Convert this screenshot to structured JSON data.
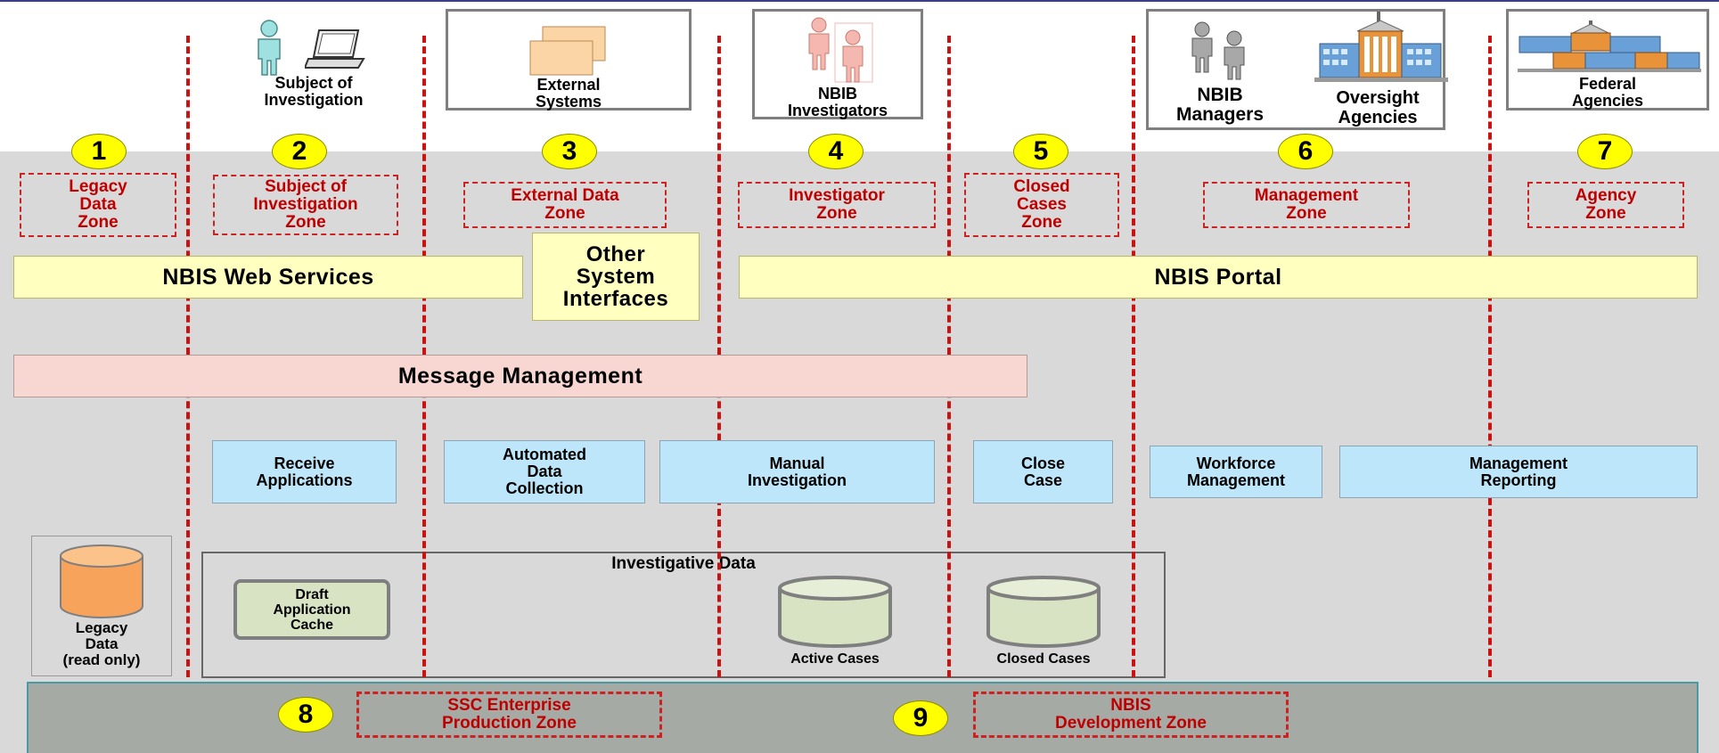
{
  "actors": {
    "subject": "Subject of\nInvestigation",
    "external_systems": "External\nSystems",
    "nbib_investigators": "NBIB\nInvestigators",
    "nbib_managers": "NBIB\nManagers",
    "oversight": "Oversight\nAgencies",
    "federal": "Federal\nAgencies"
  },
  "badges": [
    "1",
    "2",
    "3",
    "4",
    "5",
    "6",
    "7",
    "8",
    "9"
  ],
  "zones": {
    "legacy": "Legacy\nData\nZone",
    "subject": "Subject of\nInvestigation\nZone",
    "external": "External Data\nZone",
    "investigator": "Investigator\nZone",
    "closed": "Closed\nCases\nZone",
    "management": "Management\nZone",
    "agency": "Agency\nZone",
    "ssc": "SSC Enterprise\nProduction Zone",
    "nbis_dev": "NBIS\nDevelopment Zone"
  },
  "bars": {
    "web_services": "NBIS Web Services",
    "other_interfaces": "Other\nSystem\nInterfaces",
    "portal": "NBIS Portal",
    "message_mgmt": "Message Management"
  },
  "processes": {
    "receive": "Receive\nApplications",
    "automated": "Automated\nData\nCollection",
    "manual": "Manual\nInvestigation",
    "close": "Close\nCase",
    "workforce": "Workforce\nManagement",
    "reporting": "Management\nReporting"
  },
  "data": {
    "investigative": "Investigative Data",
    "draft_cache": "Draft\nApplication\nCache",
    "active_cases": "Active Cases",
    "closed_cases": "Closed Cases",
    "legacy": "Legacy\nData\n(read only)"
  },
  "colors": {
    "zone_red": "#c00000",
    "badge_yellow": "#ffff00",
    "yellow_bar": "#ffffc0",
    "pink_bar": "#f8d7d2",
    "blue_box": "#bde6fa",
    "bottom_gray": "#a5aaa5"
  }
}
